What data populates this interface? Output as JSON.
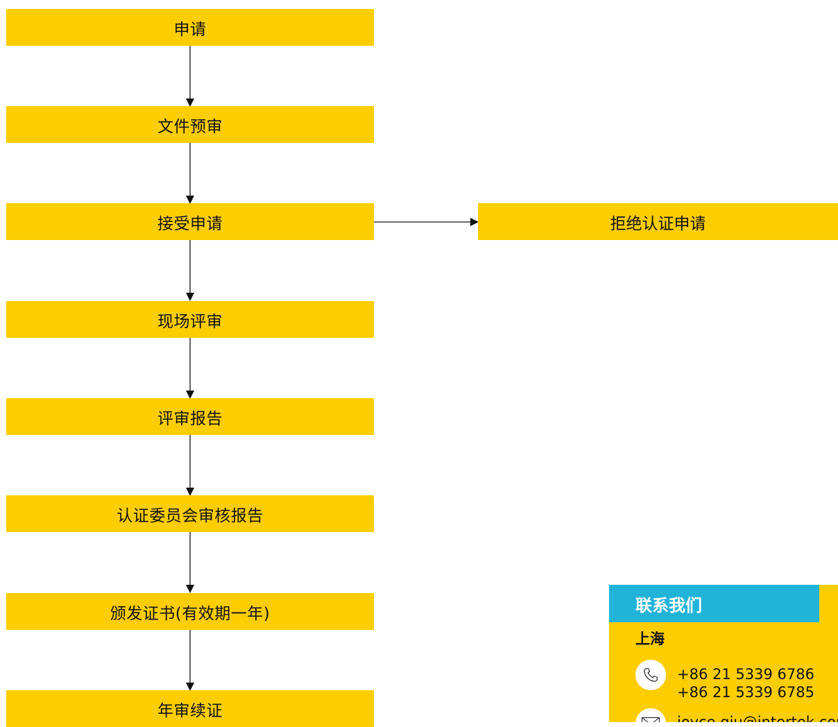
{
  "flowchart": {
    "steps": [
      {
        "label": "申请"
      },
      {
        "label": "文件预审"
      },
      {
        "label": "接受申请"
      },
      {
        "label": "现场评审"
      },
      {
        "label": "评审报告"
      },
      {
        "label": "认证委员会审核报告"
      },
      {
        "label": "颁发证书(有效期一年)"
      },
      {
        "label": "年审续证"
      }
    ],
    "branch": {
      "from_step": 3,
      "label": "拒绝认证申请"
    }
  },
  "contact": {
    "title": "联系我们",
    "city": "上海",
    "phones": [
      "+86 21 5339 6786",
      "+86 21 5339 6785"
    ],
    "email": "joyce.qiu@intertek.com",
    "icons": {
      "phone": "phone-icon",
      "email": "mail-icon"
    },
    "colors": {
      "box": "#fccd00",
      "header": "#22b3d9"
    }
  },
  "colors": {
    "step_fill": "#fccd00",
    "arrow": "#111111"
  }
}
